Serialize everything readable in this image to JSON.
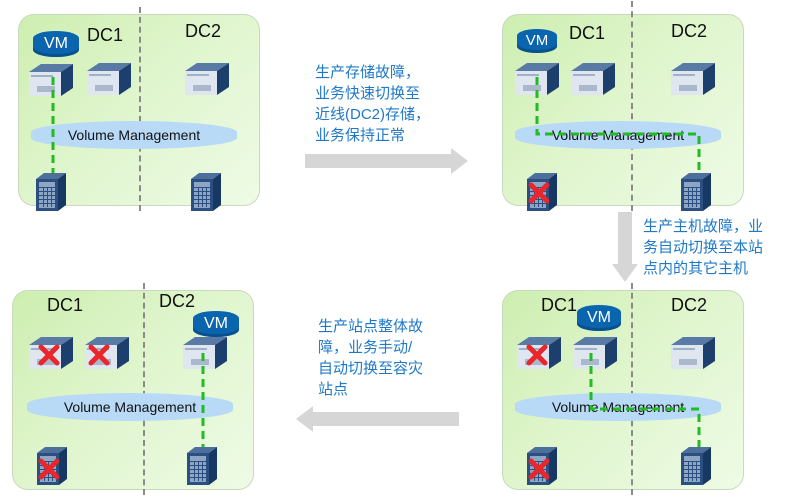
{
  "panels": [
    {
      "id": "normal",
      "dc1": "DC1",
      "dc2": "DC2",
      "vm": "VM",
      "volume": "Volume Management"
    },
    {
      "id": "storage-failure",
      "dc1": "DC1",
      "dc2": "DC2",
      "vm": "VM",
      "volume": "Volume Management"
    },
    {
      "id": "host-failure",
      "dc1": "DC1",
      "dc2": "DC2",
      "vm": "VM",
      "volume": "Volume Management"
    },
    {
      "id": "site-failure",
      "dc1": "DC1",
      "dc2": "DC2",
      "vm": "VM",
      "volume": "Volume Management"
    }
  ],
  "captions": {
    "step1": [
      "生产存储故障，",
      "业务快速切换至",
      "近线(DC2)存储，",
      "业务保持正常"
    ],
    "step2": [
      "生产主机故障，业",
      "务自动切换至本站",
      "点内的其它主机"
    ],
    "step3": [
      "生产站点整体故",
      "障，业务手动/",
      "自动切换至容灾",
      "站点"
    ]
  },
  "colors": {
    "path": "#22bb22",
    "fail": "#e8262b",
    "caption": "#1f78c8",
    "arrow": "#d6d6d6",
    "vm": "#0a64ae",
    "volume": "#b8daf7"
  }
}
